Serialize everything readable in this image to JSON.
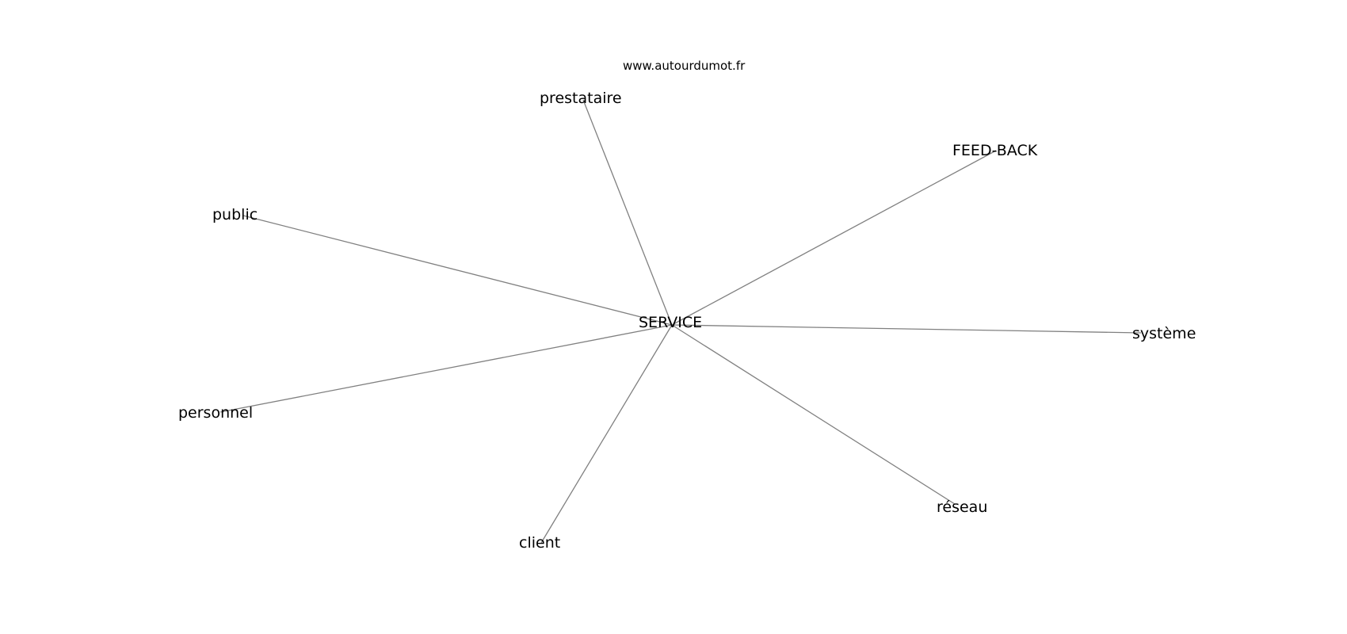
{
  "credit": "www.autourdumot.fr",
  "center": {
    "label": "SERVICE"
  },
  "nodes": [
    {
      "label": "prestataire"
    },
    {
      "label": "FEED-BACK"
    },
    {
      "label": "public"
    },
    {
      "label": "système"
    },
    {
      "label": "personnel"
    },
    {
      "label": "réseau"
    },
    {
      "label": "client"
    }
  ],
  "colors": {
    "edge": "#808080",
    "text": "#000000",
    "background": "#ffffff"
  }
}
